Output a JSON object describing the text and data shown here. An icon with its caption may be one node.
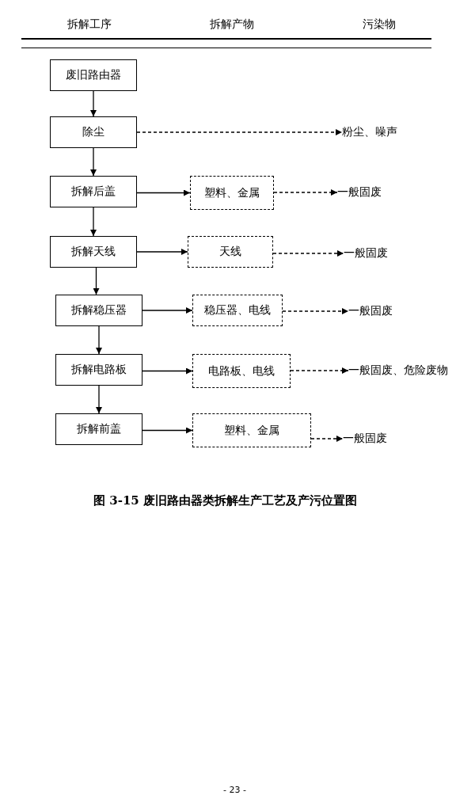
{
  "diagram": {
    "caption": "图 3-15 废旧路由器类拆解生产工艺及产污位置图",
    "nodes": [
      {
        "text": [
          "废旧路由器"
        ]
      },
      {
        "text": [
          "除尘"
        ]
      },
      {
        "text": [
          "粉尘、噪声"
        ]
      },
      {
        "text": [
          "拆解后盖"
        ]
      },
      {
        "text": [
          "塑料、金属"
        ]
      },
      {
        "text": [
          "一般固废"
        ]
      },
      {
        "text": [
          "拆解天线"
        ]
      },
      {
        "text": [
          "天线"
        ]
      },
      {
        "text": [
          "一般固废"
        ]
      },
      {
        "text": [
          "拆解稳压器"
        ]
      },
      {
        "text": [
          "稳压器、电线"
        ]
      },
      {
        "text": [
          "一般固废"
        ]
      },
      {
        "text": [
          "拆解电路板"
        ]
      },
      {
        "text": [
          "电路板、电线"
        ]
      },
      {
        "text": [
          "一般固废、危险废物"
        ]
      },
      {
        "text": [
          "拆解前盖"
        ]
      },
      {
        "text": [
          "塑料、金属"
        ]
      },
      {
        "text": [
          "一般固废"
        ]
      }
    ],
    "edges": [
      {
        "from": 0,
        "to": 1,
        "arrow": "to"
      },
      {
        "from": 1,
        "to": 2,
        "arrow": "to",
        "style": "dashed"
      },
      {
        "from": 1,
        "to": 3,
        "arrow": "to"
      },
      {
        "from": 3,
        "to": 4,
        "arrow": "to"
      },
      {
        "from": 4,
        "to": 5,
        "arrow": "to",
        "style": "dashed"
      },
      {
        "from": 3,
        "to": 6,
        "arrow": "to"
      },
      {
        "from": 6,
        "to": 7,
        "arrow": "to"
      },
      {
        "from": 7,
        "to": 8,
        "arrow": "to",
        "style": "dashed"
      },
      {
        "from": 6,
        "to": 9,
        "arrow": "to"
      },
      {
        "from": 9,
        "to": 10,
        "arrow": "to"
      },
      {
        "from": 10,
        "to": 11,
        "arrow": "to",
        "style": "dashed"
      },
      {
        "from": 9,
        "to": 12,
        "arrow": "to"
      },
      {
        "from": 12,
        "to": 13,
        "arrow": "to"
      },
      {
        "from": 13,
        "to": 14,
        "arrow": "to",
        "style": "dashed"
      },
      {
        "from": 12,
        "to": 15,
        "arrow": "to"
      },
      {
        "from": 15,
        "to": 16,
        "arrow": "to"
      },
      {
        "from": 16,
        "to": 17,
        "arrow": "to",
        "style": "dashed"
      }
    ],
    "labels": [
      "拆解工序",
      "拆解产物",
      "污染物",
      "- 23 -"
    ]
  }
}
